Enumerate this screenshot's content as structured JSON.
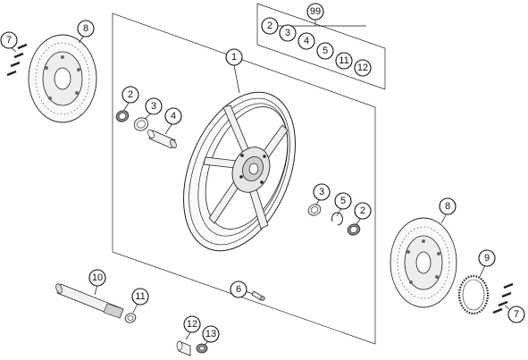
{
  "diagram": {
    "kit_label": "99",
    "kit_items": [
      "2",
      "3",
      "4",
      "5",
      "11",
      "12"
    ],
    "callouts": {
      "wheel": "1",
      "seal_left": "2",
      "bearing_left": "3",
      "spacer": "4",
      "bolt_left": "7",
      "disc_left": "8",
      "bearing_right": "3",
      "circlip": "5",
      "seal_right": "2",
      "disc_right": "8",
      "sensor_ring": "9",
      "bolt_right": "7",
      "axle": "10",
      "axle_seal": "11",
      "valve": "6",
      "bush": "12",
      "washer": "13"
    }
  }
}
